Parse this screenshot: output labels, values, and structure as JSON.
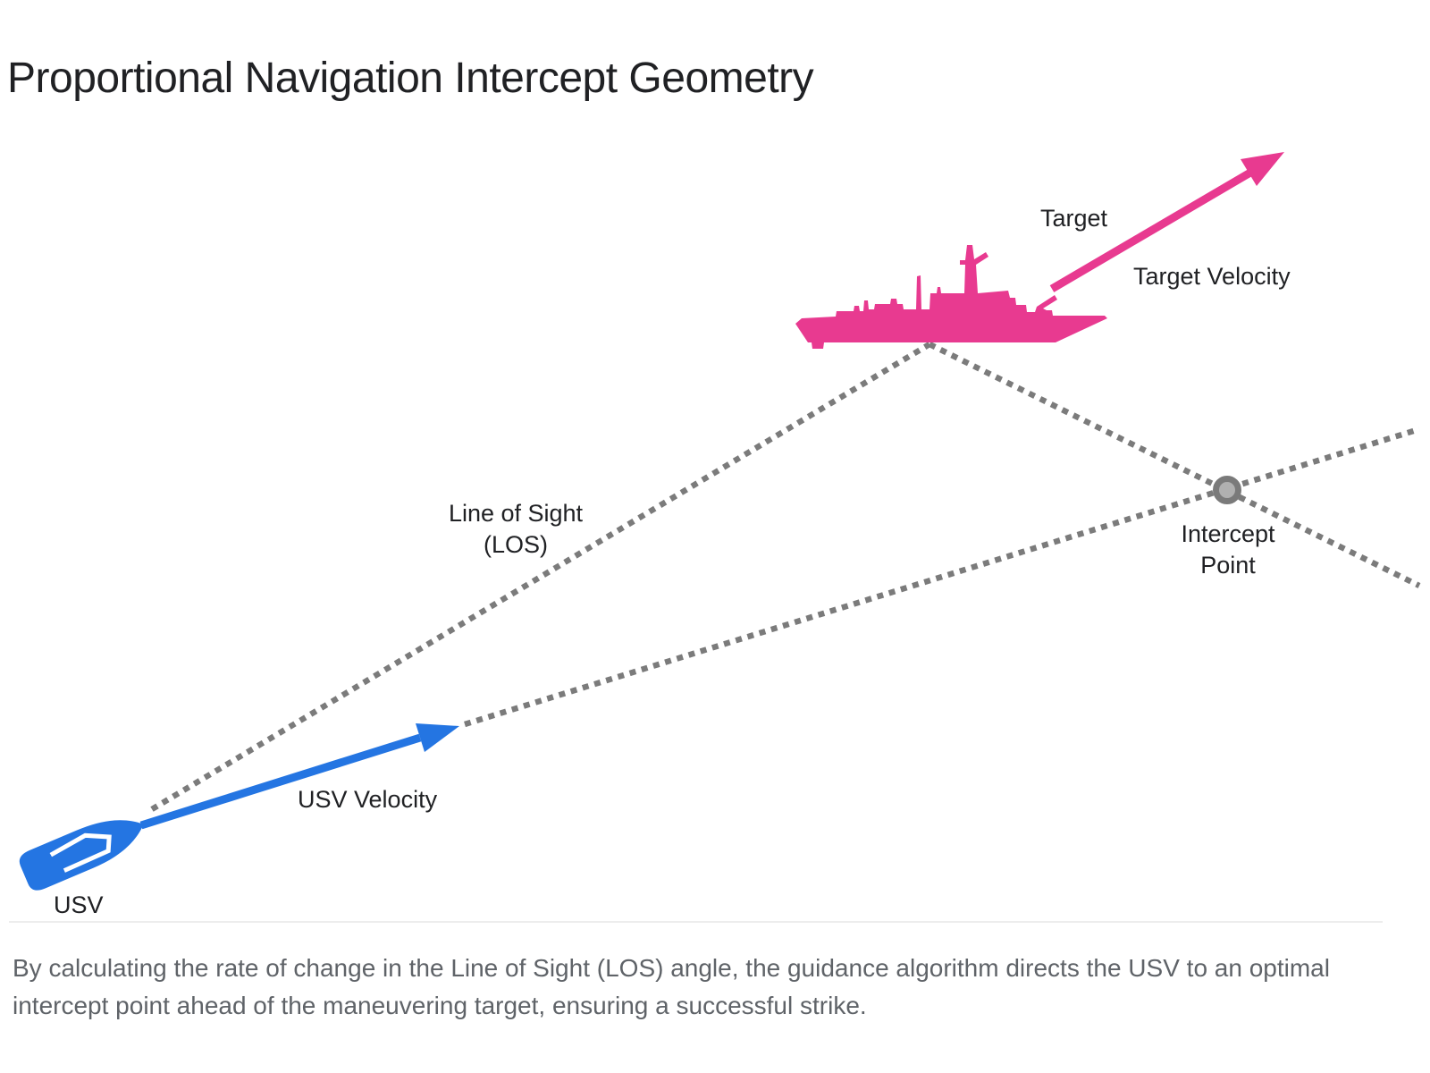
{
  "title": {
    "text": "Proportional Navigation Intercept Geometry"
  },
  "labels": {
    "target": "Target",
    "target_velocity": "Target Velocity",
    "los_line1": "Line of Sight",
    "los_line2": "(LOS)",
    "intercept_line1": "Intercept",
    "intercept_line2": "Point",
    "usv_velocity": "USV Velocity",
    "usv": "USV"
  },
  "caption": {
    "lines": [
      "By calculating the rate of change in the Line of Sight (LOS) angle, the guidance algorithm directs the USV to an optimal",
      "intercept point ahead of the maneuvering target, ensuring a successful strike."
    ]
  },
  "colors": {
    "title_text": "#202124",
    "label_text": "#202124",
    "caption_text": "#5f6368",
    "target_pink": "#e83a90",
    "usv_blue": "#2475e2",
    "path_gray": "#7b7b7b",
    "intercept_fill": "#b0b0b0",
    "intercept_ring": "#7a7a7a"
  }
}
